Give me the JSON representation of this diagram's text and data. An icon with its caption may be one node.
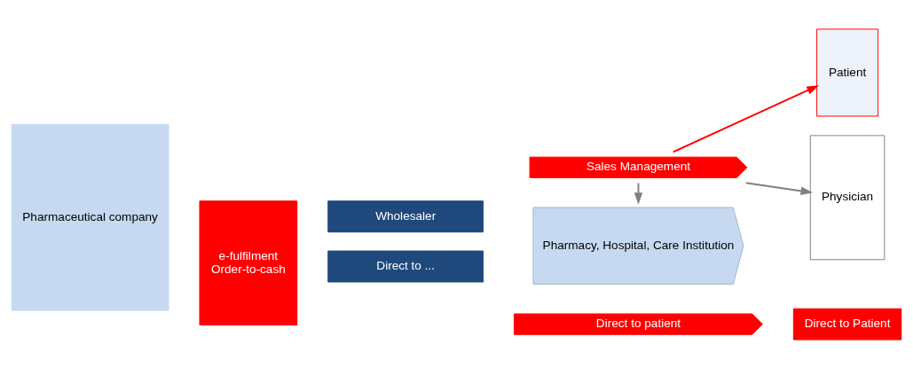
{
  "diagram": {
    "nodes": [
      {
        "text": [
          "Pharmaceutical company"
        ]
      },
      {
        "text": [
          "Sales Management"
        ]
      },
      {
        "text": [
          "e-fulfilment",
          "Order-to-cash"
        ]
      },
      {
        "text": [
          "Wholesaler"
        ]
      },
      {
        "text": [
          "Direct to ..."
        ]
      },
      {
        "text": [
          "Pharmacy, Hospital, Care Institution"
        ]
      },
      {
        "text": [
          "Patient"
        ]
      },
      {
        "text": [
          "Physician"
        ]
      },
      {
        "text": [
          "Direct to patient"
        ]
      },
      {
        "text": [
          "Direct to Patient"
        ]
      }
    ],
    "edges": [
      {
        "from": 1,
        "to": 5,
        "arrow": "to"
      },
      {
        "from": 1,
        "to": 6,
        "arrow": "to",
        "color": "#ff0000"
      },
      {
        "from": 1,
        "to": 7,
        "arrow": "to"
      }
    ]
  }
}
